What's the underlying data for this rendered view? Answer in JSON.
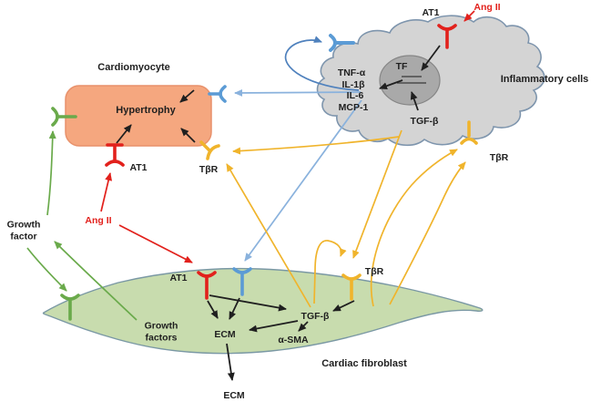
{
  "figure_type": "cell-signaling-diagram",
  "cells": {
    "cardiomyocyte": {
      "label": "Cardiomyocyte",
      "process": "Hypertrophy"
    },
    "inflammatory": {
      "label": "Inflammatory cells",
      "nucleus_label": "TF",
      "cytokines": {
        "line1": "TNF-α",
        "line2": "IL-1β",
        "line3": "IL-6",
        "line4": "MCP-1"
      },
      "secreted": "TGF-β"
    },
    "fibroblast": {
      "label": "Cardiac fibroblast",
      "growth_factors": "Growth factors",
      "ecm": "ECM",
      "ecm_secreted": "ECM",
      "tgfb": "TGF-β",
      "asma": "α-SMA"
    }
  },
  "ligands": {
    "ang2_mid": "Ang II",
    "ang2_top": "Ang II",
    "growth_factor": "Growth factor"
  },
  "receptors": {
    "at1_cardiomyocyte": "AT1",
    "at1_inflammatory": "AT1",
    "at1_fibroblast": "AT1",
    "tbr_cardiomyocyte": "TβR",
    "tbr_inflammatory": "TβR",
    "tbr_fibroblast": "TβR"
  },
  "colors": {
    "red": "#e2211c",
    "green": "#6aaa4b",
    "blue": "#5b9bd5",
    "blue_dark": "#4f81bd",
    "blue_light": "#8ab2dd",
    "yellow": "#f0b42c",
    "black_arrow": "#1f1f1f",
    "cardiomyocyte_fill": "#f5a77f",
    "cardiomyocyte_stroke": "#e8916b",
    "inflammatory_fill": "#d4d4d4",
    "inflammatory_stroke": "#7e95ad",
    "nucleus_fill": "#a9a9a9",
    "nucleus_stroke": "#868686",
    "gene_line": "#4a4a4a",
    "fibroblast_fill": "#c8dcae",
    "fibroblast_stroke": "#7a98a4"
  }
}
